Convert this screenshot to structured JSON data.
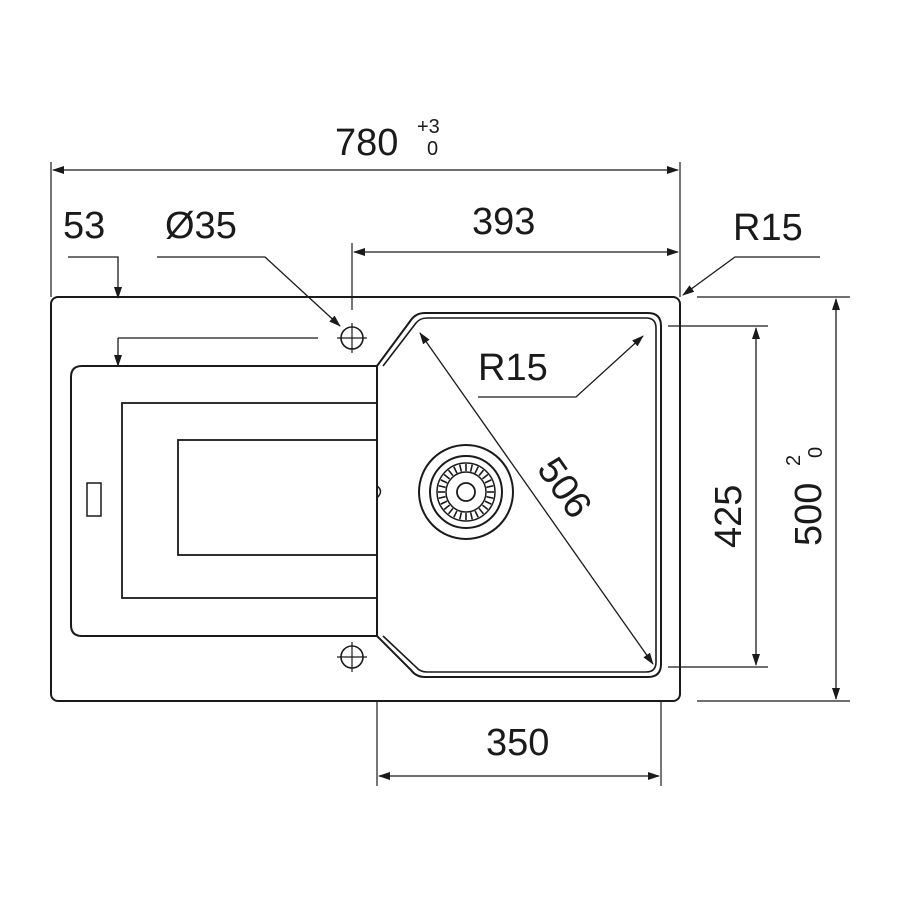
{
  "drawing": {
    "type": "sink technical dimension drawing",
    "line_color": "#1a1a1a",
    "background": "#ffffff"
  },
  "dimensions": {
    "overall_width": "780",
    "overall_width_tol_upper": "+3",
    "overall_width_tol_lower": "0",
    "edge_offset": "53",
    "hole_diameter": "Ø35",
    "bowl_offset": "393",
    "corner_radius_outer": "R15",
    "corner_radius_bowl": "R15",
    "bowl_diagonal": "506",
    "bowl_depth": "425",
    "overall_depth": "500",
    "overall_depth_tol_upper": "2",
    "overall_depth_tol_lower": "0",
    "bowl_width": "350"
  }
}
